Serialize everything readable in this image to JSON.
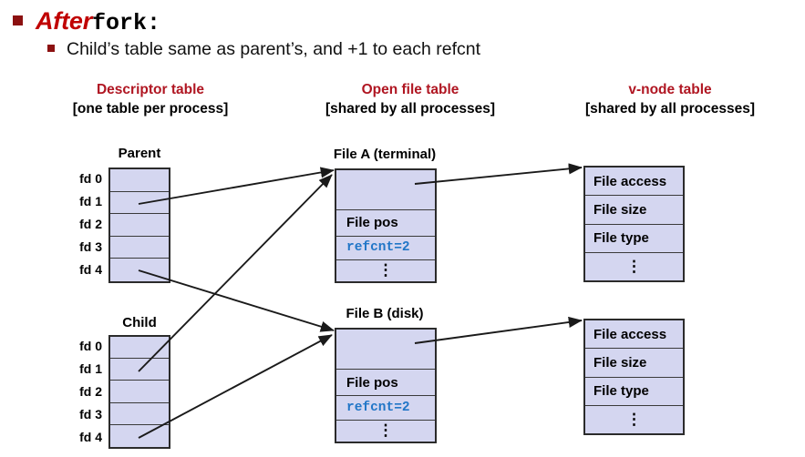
{
  "slide": {
    "bullet1": {
      "emphasis": "After",
      "code": "fork",
      "colon": ":"
    },
    "bullet2": "Child’s table same as parent’s, and +1 to each refcnt"
  },
  "columns": [
    {
      "title": "Descriptor table",
      "subtitle": "[one table per process]"
    },
    {
      "title": "Open file table",
      "subtitle": "[shared by all processes]"
    },
    {
      "title": "v-node table",
      "subtitle": "[shared by all processes]"
    }
  ],
  "descriptor_tables": [
    {
      "name": "Parent",
      "fds": [
        "fd 0",
        "fd 1",
        "fd 2",
        "fd 3",
        "fd 4"
      ]
    },
    {
      "name": "Child",
      "fds": [
        "fd 0",
        "fd 1",
        "fd 2",
        "fd 3",
        "fd 4"
      ]
    }
  ],
  "open_file_tables": [
    {
      "name": "File A (terminal)",
      "rows": [
        "",
        "File pos",
        "refcnt=2",
        "⋮"
      ]
    },
    {
      "name": "File B (disk)",
      "rows": [
        "",
        "File pos",
        "refcnt=2",
        "⋮"
      ]
    }
  ],
  "vnode_tables": [
    {
      "rows": [
        "File access",
        "File size",
        "File type",
        "⋮"
      ]
    },
    {
      "rows": [
        "File access",
        "File size",
        "File type",
        "⋮"
      ]
    }
  ],
  "colors": {
    "heading_red": "#B01622",
    "emphasis_red": "#C00000",
    "bullet_red": "#8C1111",
    "cell_fill": "#D4D6F0",
    "cell_border": "#2b2b2b",
    "refcnt_blue": "#2176C7"
  }
}
